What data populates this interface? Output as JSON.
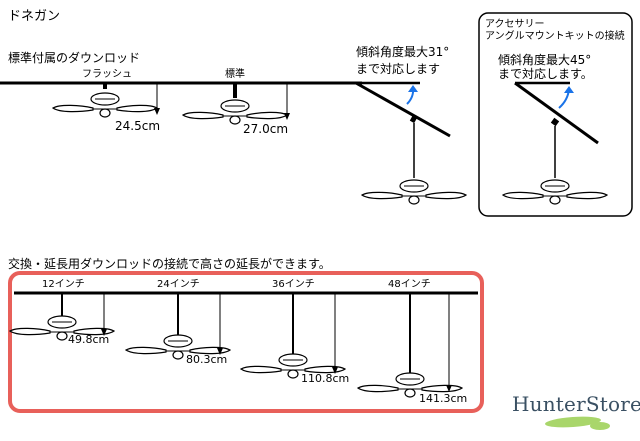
{
  "page_title": "ドネガン",
  "section_standard": {
    "title": "標準付属のダウンロッド",
    "items": [
      {
        "label": "フラッシュ",
        "measure": "24.5cm"
      },
      {
        "label": "標準",
        "measure": "27.0cm"
      }
    ]
  },
  "section_slope": {
    "line1": "傾斜角度最大31°",
    "line2": "まで対応します"
  },
  "accessory_box": {
    "title_line1": "アクセサリー",
    "title_line2": "アングルマウントキットの接続",
    "line1": "傾斜角度最大45°",
    "line2": "まで対応します。"
  },
  "section_extension": {
    "title": "交換・延長用ダウンロッドの接続で高さの延長ができます。",
    "items": [
      {
        "label": "12インチ",
        "measure": "49.8cm"
      },
      {
        "label": "24インチ",
        "measure": "80.3cm"
      },
      {
        "label": "36インチ",
        "measure": "110.8cm"
      },
      {
        "label": "48インチ",
        "measure": "141.3cm"
      }
    ]
  },
  "brand": {
    "name": "HunterStore"
  },
  "colors": {
    "highlight_border": "#e8605a",
    "arrow": "#1a73e8",
    "brand_leaf": "#a9d66b"
  }
}
